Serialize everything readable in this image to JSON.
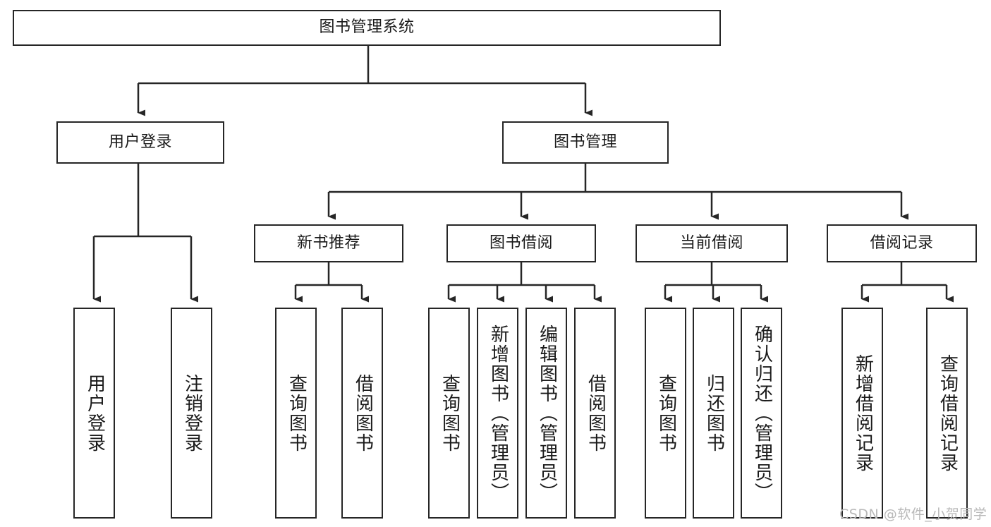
{
  "diagram": {
    "type": "tree",
    "title": "图书管理系统",
    "root": {
      "id": "root",
      "label": "图书管理系统"
    },
    "level2": [
      {
        "id": "user-login",
        "label": "用户登录"
      },
      {
        "id": "book-manage",
        "label": "图书管理"
      }
    ],
    "level3": [
      {
        "id": "new-book-recommend",
        "label": "新书推荐"
      },
      {
        "id": "book-borrow",
        "label": "图书借阅"
      },
      {
        "id": "current-borrow",
        "label": "当前借阅"
      },
      {
        "id": "borrow-record",
        "label": "借阅记录"
      }
    ],
    "leaves": {
      "user_login": [
        {
          "id": "leaf-user-login",
          "label": "用户登录"
        },
        {
          "id": "leaf-logout-login",
          "label": "注销登录"
        }
      ],
      "new_book_recommend": [
        {
          "id": "leaf-query-book-1",
          "label": "查询图书"
        },
        {
          "id": "leaf-borrow-book-1",
          "label": "借阅图书"
        }
      ],
      "book_borrow": [
        {
          "id": "leaf-query-book-2",
          "label": "查询图书"
        },
        {
          "id": "leaf-add-book",
          "label": "新增图书（管理员）"
        },
        {
          "id": "leaf-edit-book",
          "label": "编辑图书（管理员）"
        },
        {
          "id": "leaf-borrow-book-2",
          "label": "借阅图书"
        }
      ],
      "current_borrow": [
        {
          "id": "leaf-query-book-3",
          "label": "查询图书"
        },
        {
          "id": "leaf-return-book",
          "label": "归还图书"
        },
        {
          "id": "leaf-confirm-return",
          "label": "确认归还（管理员）"
        }
      ],
      "borrow_record": [
        {
          "id": "leaf-add-record",
          "label": "新增借阅记录"
        },
        {
          "id": "leaf-query-record",
          "label": "查询借阅记录"
        }
      ]
    }
  },
  "watermark": {
    "text": "CSDN @软件_小贺同学"
  },
  "colors": {
    "stroke": "#262626",
    "background": "#ffffff",
    "text": "#1a1a1a",
    "watermark": "#b9b9b9"
  }
}
